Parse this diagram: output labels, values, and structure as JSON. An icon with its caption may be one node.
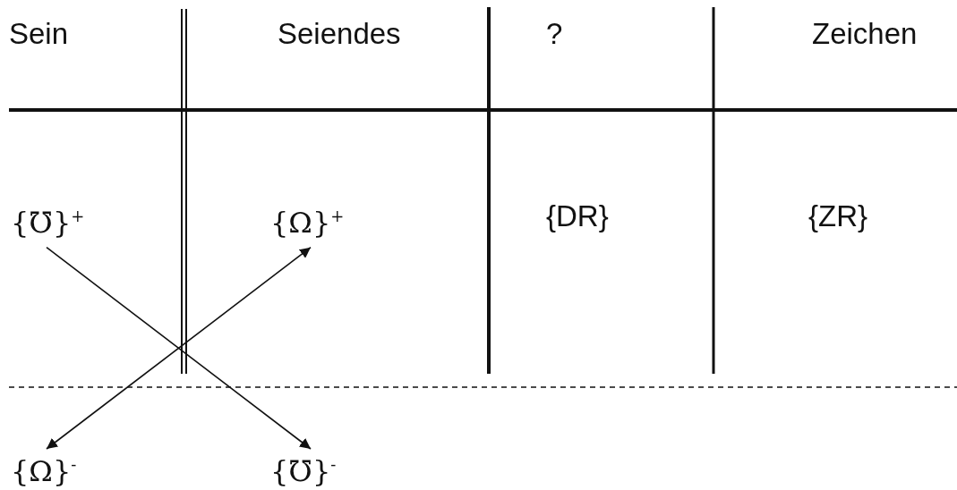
{
  "diagram": {
    "nodes": [
      {
        "text": [
          "{℧}$^{+}$"
        ]
      },
      {
        "text": [
          "{Ω}$^{+}$"
        ]
      },
      {
        "text": [
          "{Ω}$^{-}$"
        ]
      },
      {
        "text": [
          "{℧}$^{-}$"
        ]
      }
    ],
    "edges": [
      {
        "from": 0,
        "to": 3,
        "arrow": "to"
      },
      {
        "from": 2,
        "to": 1,
        "arrow": "both"
      }
    ],
    "labels": [
      "Sein",
      "Seiendes",
      "?",
      "Zeichen",
      "{DR}",
      "{ZR}"
    ]
  }
}
